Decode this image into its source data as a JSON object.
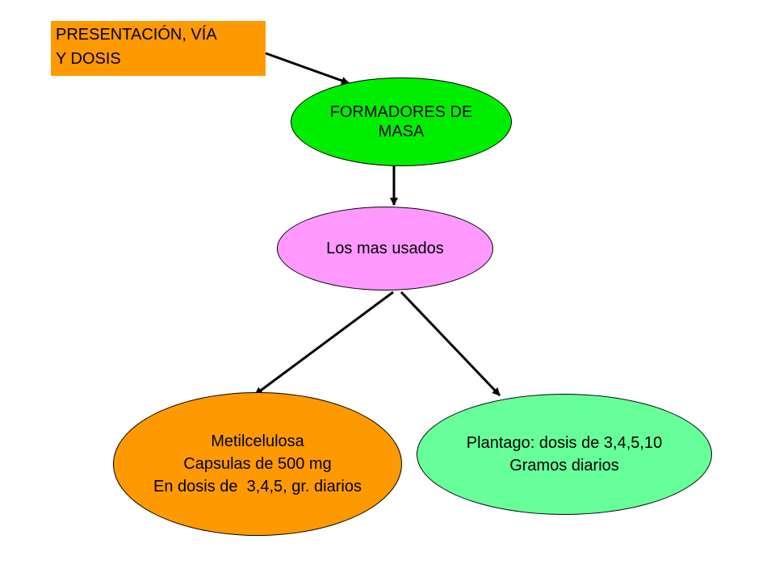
{
  "colors": {
    "title_box": "#ff9900",
    "formadores": "#00ee00",
    "usados": "#ff99ff",
    "metilcelulosa": "#ff9900",
    "plantago": "#66ff99",
    "arrow": "#000000"
  },
  "title_box": {
    "lines": [
      "PRESENTACIÓN, VÍA",
      "Y DOSIS"
    ]
  },
  "nodes": {
    "formadores": {
      "lines": [
        "FORMADORES DE",
        "MASA"
      ]
    },
    "usados": {
      "lines": [
        "Los mas usados"
      ]
    },
    "metilcelulosa": {
      "lines": [
        "Metilcelulosa",
        "Capsulas de 500 mg",
        "En dosis de  3,4,5, gr. diarios"
      ]
    },
    "plantago": {
      "lines": [
        "Plantago: dosis de 3,4,5,10",
        "Gramos diarios"
      ]
    }
  }
}
